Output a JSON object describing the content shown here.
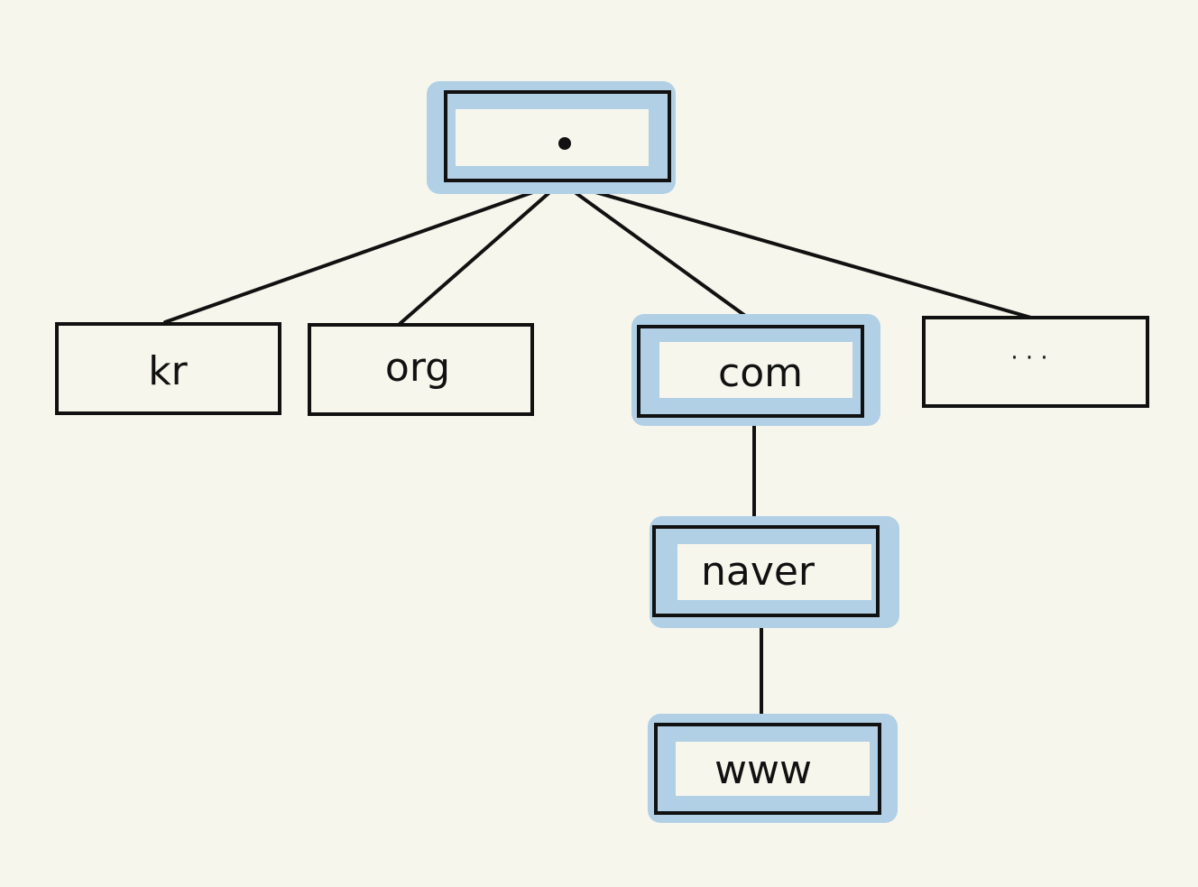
{
  "diagram": {
    "colors": {
      "background": "#f6f6ec",
      "highlight": "#b1d0e6",
      "stroke": "#111111"
    },
    "nodes": [
      {
        "id": "root",
        "label": ".",
        "highlighted": true
      },
      {
        "id": "kr",
        "label": "kr",
        "highlighted": false
      },
      {
        "id": "org",
        "label": "org",
        "highlighted": false
      },
      {
        "id": "com",
        "label": "com",
        "highlighted": true
      },
      {
        "id": "more",
        "label": "· · ·",
        "highlighted": false
      },
      {
        "id": "naver",
        "label": "naver",
        "highlighted": true
      },
      {
        "id": "www",
        "label": "www",
        "highlighted": true
      }
    ],
    "edges": [
      {
        "from": "root",
        "to": "kr"
      },
      {
        "from": "root",
        "to": "org"
      },
      {
        "from": "root",
        "to": "com"
      },
      {
        "from": "root",
        "to": "more"
      },
      {
        "from": "com",
        "to": "naver"
      },
      {
        "from": "naver",
        "to": "www"
      }
    ]
  }
}
